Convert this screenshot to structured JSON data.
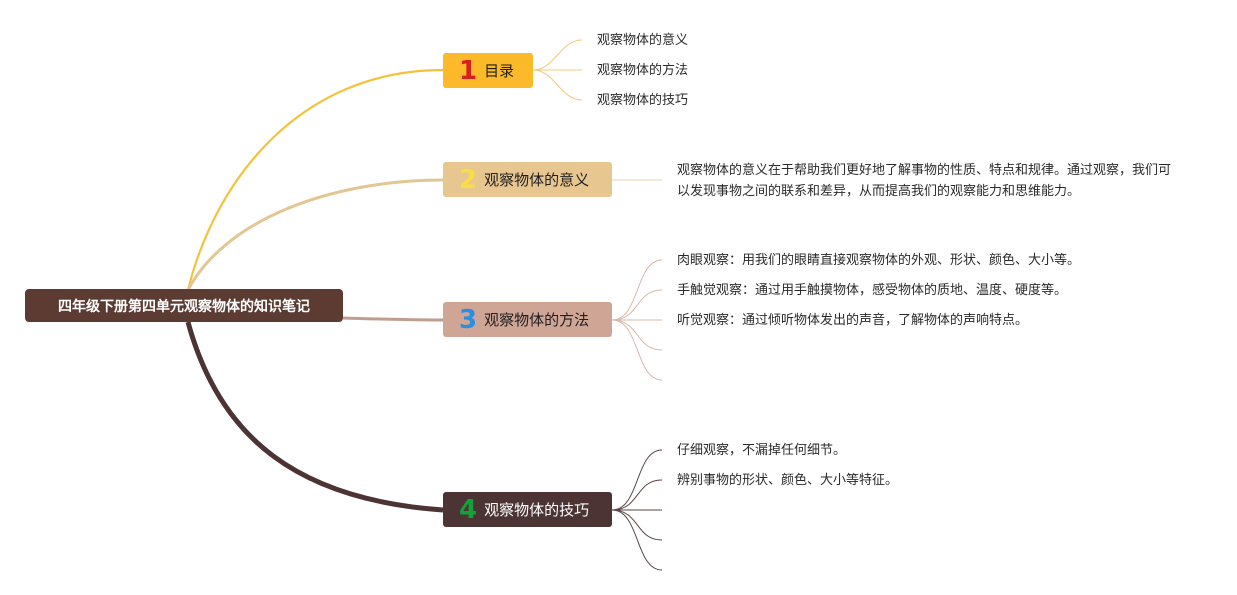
{
  "root": {
    "title": "四年级下册第四单元观察物体的知识笔记"
  },
  "branches": [
    {
      "number": "1",
      "label": "目录",
      "color": "#fcb929",
      "number_color": "#d91e1e",
      "children": [
        "观察物体的意义",
        "观察物体的方法",
        "观察物体的技巧"
      ]
    },
    {
      "number": "2",
      "label": "观察物体的意义",
      "color": "#e8c690",
      "number_color": "#f8de46",
      "children": [
        "观察物体的意义在于帮助我们更好地了解事物的性质、特点和规律。通过观察，我们可以发现事物之间的联系和差异，从而提高我们的观察能力和思维能力。"
      ]
    },
    {
      "number": "3",
      "label": "观察物体的方法",
      "color": "#cfa596",
      "number_color": "#2a8fe0",
      "children": [
        "肉眼观察：用我们的眼睛直接观察物体的外观、形状、颜色、大小等。",
        "手触觉观察：通过用手触摸物体，感受物体的质地、温度、硬度等。",
        "听觉观察：通过倾听物体发出的声音，了解物体的声响特点。",
        "",
        ""
      ]
    },
    {
      "number": "4",
      "label": "观察物体的技巧",
      "color": "#4b3433",
      "number_color": "#14a13a",
      "children": [
        "仔细观察，不漏掉任何细节。",
        "辨别事物的形状、颜色、大小等特征。",
        "",
        "",
        ""
      ]
    }
  ]
}
